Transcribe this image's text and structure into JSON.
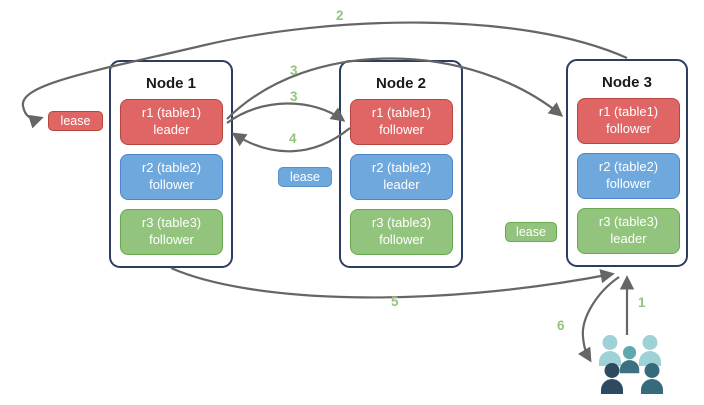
{
  "nodes": [
    {
      "title": "Node 1",
      "replicas": [
        {
          "name": "r1 (table1)",
          "role": "leader"
        },
        {
          "name": "r2 (table2)",
          "role": "follower"
        },
        {
          "name": "r3 (table3)",
          "role": "follower"
        }
      ]
    },
    {
      "title": "Node 2",
      "replicas": [
        {
          "name": "r1 (table1)",
          "role": "follower"
        },
        {
          "name": "r2 (table2)",
          "role": "leader"
        },
        {
          "name": "r3 (table3)",
          "role": "follower"
        }
      ]
    },
    {
      "title": "Node 3",
      "replicas": [
        {
          "name": "r1 (table1)",
          "role": "follower"
        },
        {
          "name": "r2 (table2)",
          "role": "follower"
        },
        {
          "name": "r3 (table3)",
          "role": "leader"
        }
      ]
    }
  ],
  "leases": [
    {
      "label": "lease",
      "color": "#e06666"
    },
    {
      "label": "lease",
      "color": "#6fa8dc"
    },
    {
      "label": "lease",
      "color": "#93c47d"
    }
  ],
  "steps": {
    "s1": "1",
    "s2": "2",
    "s3a": "3",
    "s3b": "3",
    "s4": "4",
    "s5": "5",
    "s6": "6"
  },
  "icons": {
    "clients": "users-group-icon"
  },
  "colors": {
    "replica_red": "#e06666",
    "replica_blue": "#6fa8dc",
    "replica_green": "#93c47d",
    "node_border": "#2b3e5f",
    "arrow": "#666666",
    "step_label": "#93c47d",
    "people_light": "#9ed2d6",
    "people_medium": "#5fa8ad",
    "people_dark_navy": "#2c4a60",
    "people_dark_teal": "#366a7d"
  }
}
